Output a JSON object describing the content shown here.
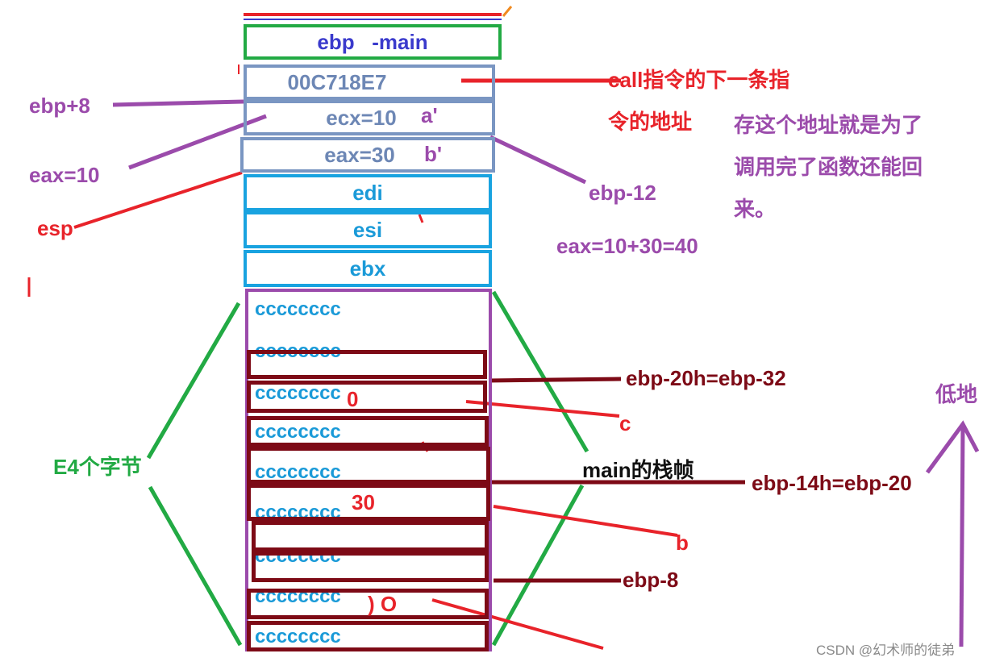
{
  "stack": {
    "cells": [
      {
        "text": "ebp   -main",
        "color": "#3a3acc",
        "border": "#22aa44"
      },
      {
        "text": "00C718E7",
        "color": "#6d87b5",
        "border": "#7a96c2"
      },
      {
        "text": "ecx=10",
        "color": "#6d87b5",
        "border": "#7a96c2"
      },
      {
        "text": "eax=30",
        "color": "#6d87b5",
        "border": "#7a96c2"
      },
      {
        "text": "edi",
        "color": "#1a9ad8",
        "border": "#19a3e0"
      },
      {
        "text": "esi",
        "color": "#1a9ad8",
        "border": "#19a3e0"
      },
      {
        "text": "ebx",
        "color": "#1a9ad8",
        "border": "#19a3e0"
      }
    ],
    "fill_rows": [
      "cccccccc",
      "cccccccc",
      "cccccccc",
      "cccccccc",
      "cccccccc",
      "cccccccc",
      "cccccccc",
      "cccccccc",
      "cccccccc"
    ]
  },
  "marks": {
    "a_prime": "a'",
    "b_prime": "b'",
    "zero": "0",
    "thirty": "30",
    "scribble": ") O"
  },
  "labels": {
    "call_next_1": "call指令的下一条指",
    "call_next_2": "令的地址",
    "explain_1": "存这个地址就是为了",
    "explain_2": "调用完了函数还能回",
    "explain_3": "来。",
    "ebp_plus_8": "ebp+8",
    "eax_10": "eax=10",
    "esp": "esp",
    "ebp_minus_12": "ebp-12",
    "eax_sum": "eax=10+30=40",
    "ebp_20h": "ebp-20h=ebp-32",
    "c": "c",
    "e4_bytes": "E4个字节",
    "main_frame": "main的栈帧",
    "ebp_14h": "ebp-14h=ebp-20",
    "b": "b",
    "ebp_minus_8": "ebp-8",
    "low_addr": "低地",
    "watermark": "CSDN @幻术师的徒弟"
  },
  "colors": {
    "red": "#e8232a",
    "purple": "#9b4bab",
    "dark_red": "#7d0a16",
    "green": "#22aa44",
    "blue": "#1a9ad8",
    "black": "#111111"
  }
}
